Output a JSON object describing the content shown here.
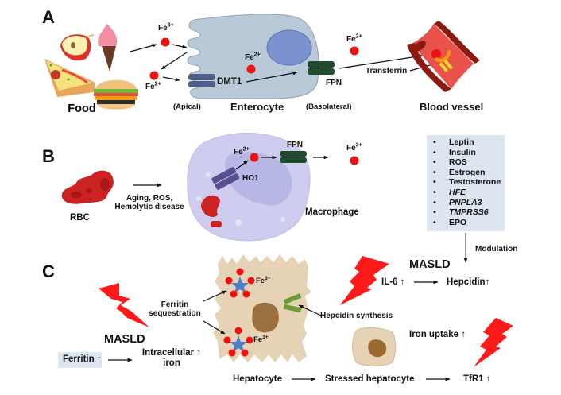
{
  "figure": {
    "panels": {
      "a": "A",
      "b": "B",
      "c": "C"
    },
    "panel_a": {
      "food_label": "Food",
      "fe3_label": "Fe",
      "fe3_charge": "3+",
      "fe2_left_label": "Fe",
      "fe2_left_charge": "2+",
      "fe2_cell_label": "Fe",
      "fe2_cell_charge": "2+",
      "fe2_out_label": "Fe",
      "fe2_out_charge": "2+",
      "dmt1_label": "DMT1",
      "fpn_label": "FPN",
      "apical_label": "(Apical)",
      "enterocyte_label": "Enterocyte",
      "basolateral_label": "(Basolateral)",
      "transferrin_label": "Transferrin",
      "blood_vessel_label": "Blood vessel"
    },
    "panel_b": {
      "rbc_label": "RBC",
      "cause_line1": "Aging, ROS,",
      "cause_line2": "Hemolytic disease",
      "fe2_label": "Fe",
      "fe2_charge": "2+",
      "ho1_label": "HO1",
      "fpn_label": "FPN",
      "fe3_label": "Fe",
      "fe3_charge": "3+",
      "macrophage_label": "Macrophage",
      "modulators": [
        {
          "text": "Leptin",
          "italic": false
        },
        {
          "text": "Insulin",
          "italic": false
        },
        {
          "text": "ROS",
          "italic": false
        },
        {
          "text": "Estrogen",
          "italic": false
        },
        {
          "text": "Testosterone",
          "italic": false
        },
        {
          "text": "HFE",
          "italic": true
        },
        {
          "text": "PNPLA3",
          "italic": true
        },
        {
          "text": "TMPRSS6",
          "italic": true
        },
        {
          "text": "EPO",
          "italic": false
        }
      ],
      "modulation_label": "Modulation"
    },
    "panel_c": {
      "masld_left": "MASLD",
      "masld_right": "MASLD",
      "ferritin_label": "Ferritin",
      "intracellular_line1": "Intracellular",
      "intracellular_line2": "iron",
      "sequestration_line1": "Ferritin",
      "sequestration_line2": "sequestration",
      "fe3_top_label": "Fe",
      "fe3_top_charge": "3+",
      "fe3_bottom_label": "Fe",
      "fe3_bottom_charge": "3+",
      "hepcidin_synthesis_label": "Hepcidin synthesis",
      "il6_label": "IL-6",
      "hepcidin_label": "Hepcidin",
      "iron_uptake_label": "Iron uptake",
      "hepatocyte_label": "Hepatocyte",
      "stressed_hepatocyte_label": "Stressed hepatocyte",
      "tfr1_label": "TfR1",
      "up_arrow": "↑"
    },
    "colors": {
      "iron_red": "#ee1111",
      "enterocyte_fill": "#b9c9d8",
      "nucleus_blue": "#7b92cf",
      "dmt1": "#4f5f8a",
      "fpn_green": "#1f4d2b",
      "vessel_red": "#e8524a",
      "vessel_dark": "#8b1a12",
      "macrophage_fill": "#cfcdef",
      "hepatocyte_fill": "#e6d2b5",
      "hepatocyte_nucleus": "#9b7040",
      "ferritin_star": "#4f7fc4",
      "hepcidin_green": "#6f9a3a",
      "lightning_red": "#ff1a1a",
      "box_bg": "#dde6f0"
    }
  }
}
